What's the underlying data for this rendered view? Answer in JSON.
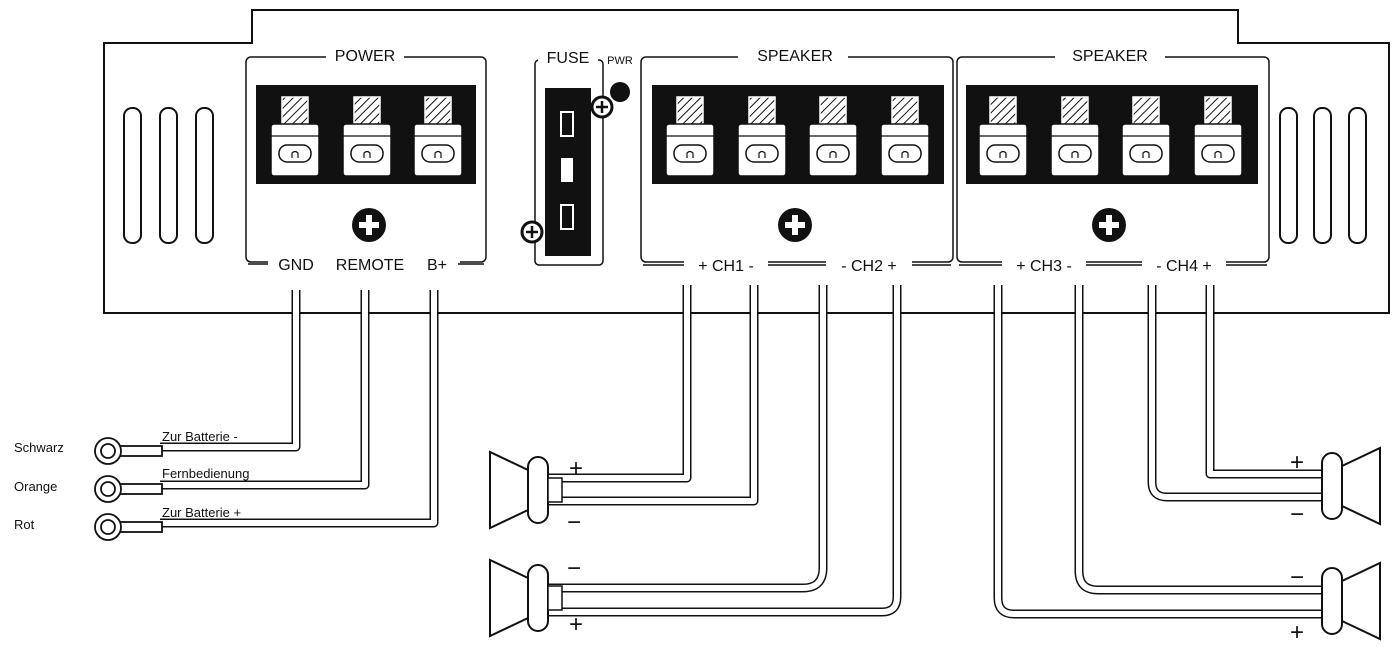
{
  "sections": {
    "power": "POWER",
    "fuse": "FUSE",
    "pwr": "PWR",
    "speaker_left": "SPEAKER",
    "speaker_right": "SPEAKER"
  },
  "terminals": {
    "gnd": "GND",
    "remote": "REMOTE",
    "bplus": "B+"
  },
  "channels": {
    "ch1": "+ CH1 -",
    "ch2": "- CH2 +",
    "ch3": "+ CH3 -",
    "ch4": "- CH4 +"
  },
  "wires": [
    {
      "color": "Schwarz",
      "label": "Zur Batterie -"
    },
    {
      "color": "Orange",
      "label": "Fernbedienung"
    },
    {
      "color": "Rot",
      "label": "Zur Batterie +"
    }
  ],
  "polarity": {
    "plus": "+",
    "minus": "−"
  },
  "colors": {
    "line": "#111111",
    "background": "#ffffff"
  }
}
